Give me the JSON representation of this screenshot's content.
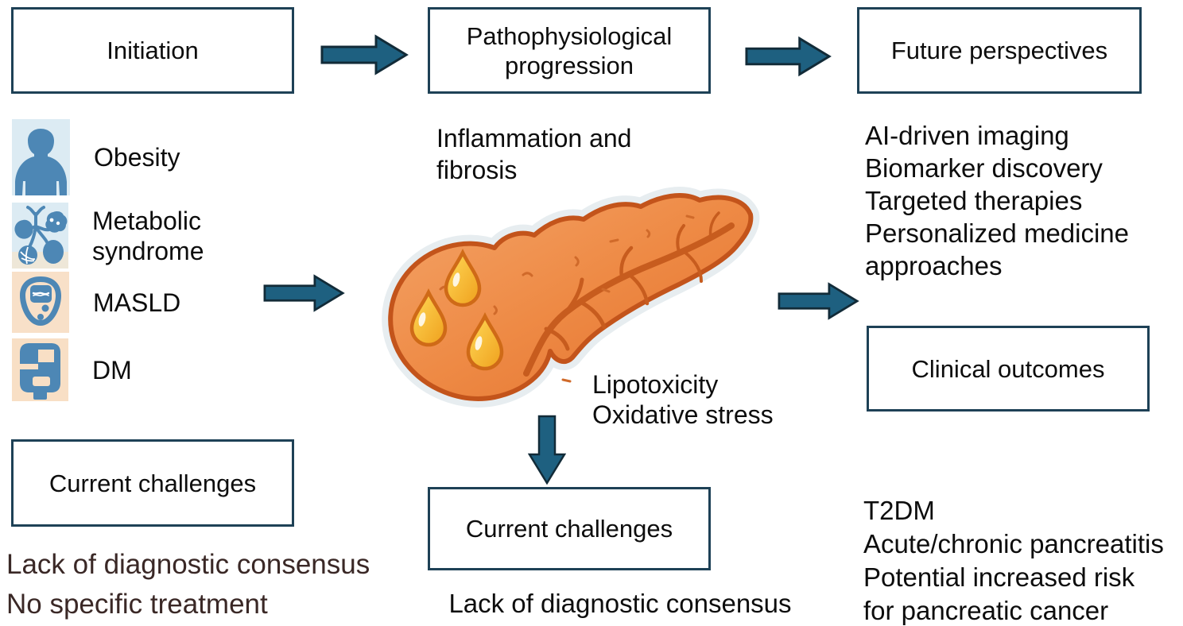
{
  "boxes": {
    "initiation": "Initiation",
    "pathophysiological": "Pathophysiological progression",
    "future": "Future perspectives",
    "clinical": "Clinical outcomes",
    "current_left": "Current challenges",
    "current_center": "Current challenges"
  },
  "risk_factors": [
    {
      "icon": "obesity-person-icon",
      "label": "Obesity"
    },
    {
      "icon": "metabolic-organs-icon",
      "label": "Metabolic syndrome"
    },
    {
      "icon": "glucometer-icon",
      "label": "MASLD"
    },
    {
      "icon": "glucose-monitor-icon",
      "label": "DM"
    }
  ],
  "annotations": {
    "inflammation": "Inflammation and fibrosis",
    "lipotoxicity": [
      "Lipotoxicity",
      "Oxidative stress"
    ]
  },
  "future_list": [
    "AI-driven imaging",
    "Biomarker discovery",
    "Targeted therapies",
    "Personalized medicine approaches"
  ],
  "outcomes_list": [
    "T2DM",
    "Acute/chronic pancreatitis",
    "Potential increased risk for pancreatic cancer"
  ],
  "challenges_left": [
    "Lack of diagnostic consensus",
    "No specific treatment"
  ],
  "challenges_center": "Lack of diagnostic consensus",
  "colors": {
    "arrow_fill": "#1e6080",
    "arrow_stroke": "#122b38",
    "box_border": "#1e4156",
    "icon_blue": "#4d87b5",
    "icon_bg_blue": "#dcebf3",
    "icon_bg_peach": "#f8e0c8",
    "pancreas_fill": "#ec8440",
    "pancreas_outline": "#c3541b",
    "droplet_fill": "#f7b42c",
    "challenge_text": "#3a2826"
  }
}
